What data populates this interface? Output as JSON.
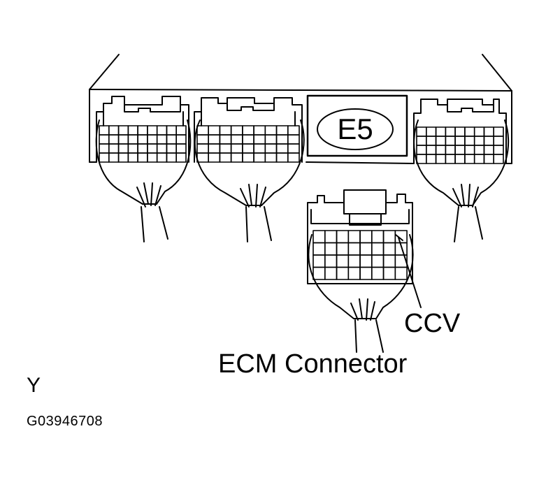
{
  "labels": {
    "terminal": "CCV",
    "connector_name": "ECM Connector",
    "connector_code": "E5",
    "view_letter": "Y",
    "figure_id": "G03946708"
  },
  "colors": {
    "line": "#000000",
    "background": "#ffffff"
  },
  "connectors": [
    {
      "id": "left",
      "grid_rows": 4,
      "grid_cols": 9
    },
    {
      "id": "mid",
      "grid_rows": 4,
      "grid_cols": 9
    },
    {
      "id": "right",
      "grid_rows": 4,
      "grid_cols": 9
    },
    {
      "id": "harness",
      "grid_rows": 4,
      "grid_cols": 8
    }
  ]
}
